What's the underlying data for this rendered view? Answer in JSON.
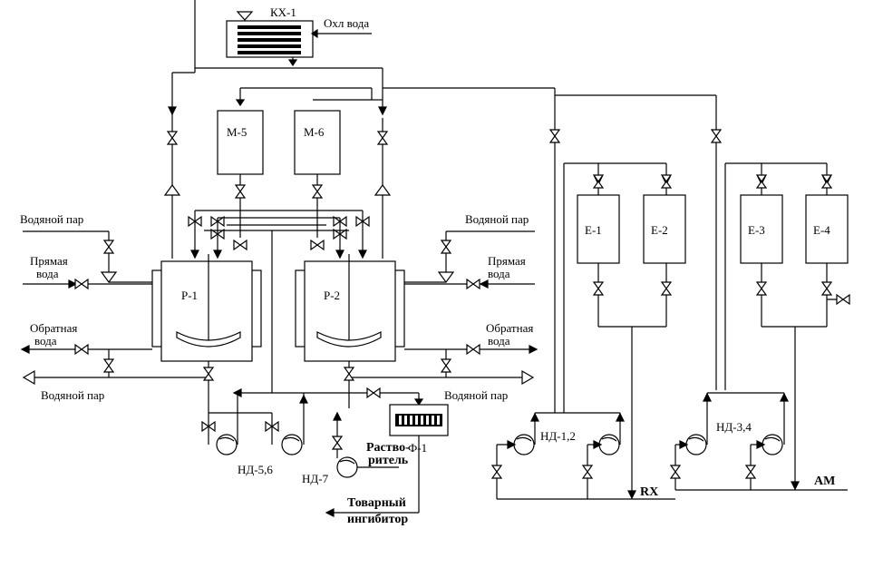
{
  "labels": {
    "kx1": "КХ-1",
    "cool_water": "Охл вода",
    "m5": "М-5",
    "m6": "М-6",
    "r1": "Р-1",
    "r2": "Р-2",
    "e1": "Е-1",
    "e2": "Е-2",
    "e3": "Е-3",
    "e4": "Е-4",
    "steam_left": "Водяной пар",
    "steam_right": "Водяной пар",
    "direct_left_1": "Прямая",
    "direct_left_2": "вода",
    "direct_right_1": "Прямая",
    "direct_right_2": "вода",
    "return_left_1": "Обратная",
    "return_left_2": "вода",
    "return_right_1": "Обратная",
    "return_right_2": "вода",
    "steam_bottom_left": "Водяной пар",
    "steam_bottom_right": "Водяной пар",
    "nd56": "НД-5,6",
    "nd7": "НД-7",
    "solvent_1": "Раство-",
    "solvent_2": "ритель",
    "f1": "Ф-1",
    "product_1": "Товарный",
    "product_2": "ингибитор",
    "nd12": "НД-1,2",
    "nd34": "НД-3,4",
    "rx": "RX",
    "am": "АМ"
  }
}
